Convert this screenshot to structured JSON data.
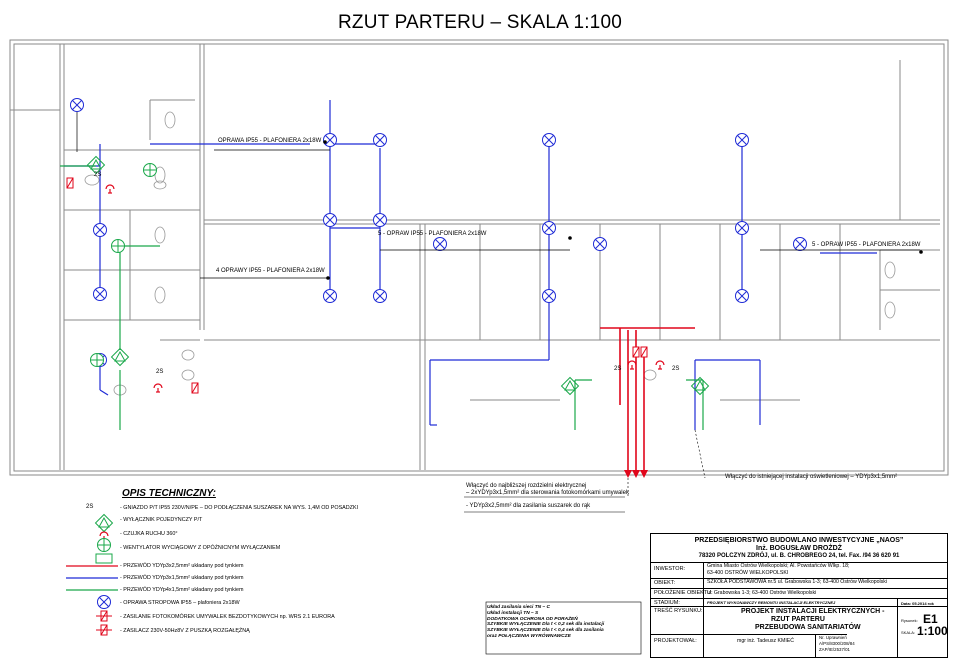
{
  "page_title": "RZUT PARTERU – SKALA 1:100",
  "plan_labels": {
    "fixture1": "OPRAWA IP55 -  PLAFONIERA 2x18W",
    "fixture2": "5 -  OPRAW  IP55 - PLAFONIERA 2x18W",
    "fixture3": "5 - OPRAW  IP55 - PLAFONIERA 2x18W",
    "fixture4": "4 OPRAWY  IP55 - PLAFONIERA 2x18W",
    "socket_2s": "2S"
  },
  "notes": {
    "note1_l1": "Włączyć do najbliższej rozdzielni elektrycznej",
    "note1_l2": "– 2xYDYp3x1,5mm² dla sterowania fotokomórkami umywalek",
    "note1_l3": "- YDYp3x2,5mm²  dla zasilania suszarek do rąk",
    "note2": "Włączyć do istniejącej instalacji oświetleniowej – YDYp3x1,5mm²"
  },
  "legend": {
    "title": "OPIS TECHNICZNY:",
    "items": [
      {
        "sym": "2S",
        "text": "- GNIAZDO P/T IP55 230V/N/PE – DO PODŁĄCZENIA SUSZAREK NA WYS. 1,4M OD POSADZKI"
      },
      {
        "sym": "switch",
        "text": "- WYŁĄCZNIK POJEDYNCZY P/T"
      },
      {
        "sym": "sensor",
        "text": "- CZUJKA RUCHU 360°"
      },
      {
        "sym": "fan",
        "text": "- WENTYLATOR WYCIĄGOWY Z OPÓŹNICNYM WYŁĄCZANIEM"
      },
      {
        "sym": "red-line",
        "text": "- PRZEWÓD YDYp3x2,5mm² układany pod tynkiem"
      },
      {
        "sym": "blue-line",
        "text": "- PRZEWÓD YDYp3x1,5mm² układany pod tynkiem"
      },
      {
        "sym": "green-line",
        "text": "- PRZEWÓD YDYp4x1,5mm² układany pod tynkiem"
      },
      {
        "sym": "lamp",
        "text": "- OPRAWA STROPOWA IP55 – plafoniera 2x18W"
      },
      {
        "sym": "photocell",
        "text": "- ZASILANIE FOTOKOMÓREK UMYWALEK BEZDOTYKOWYCH np. WRS 2.1 EURORA"
      },
      {
        "sym": "isolator",
        "text": "- ZASILACZ 230V-50Hz8V Z PUSZKĄ ROZGAŁĘŹNĄ"
      }
    ]
  },
  "supply_note": [
    "Układ zasilania sieci TN – C",
    "Układ instalacji TN – S",
    "DODATKOWA OCHRONA OD PORAŻEŃ",
    "SZYBKIE WYŁĄCZENIE Dla t < 0,2 sek dla instalacji",
    "SZYBKIE WYŁĄCZENIE Dla t < 0,4 sek dla zasilania",
    "oraz POŁĄCZENIA WYRÓWNAWCZE"
  ],
  "title_block": {
    "company": "PRZEDSIĘBIORSTWO BUDOWLANO INWESTYCYJNE „NAOS”",
    "engineer": "Inż. BOGUSŁAW DROŻDŻ",
    "address": "78320 POLCZYN ZDRÓJ, ul. B. CHROBREGO 24, tel. Fax. /94 36 620 91",
    "investor_label": "INWESTOR:",
    "investor_l1": "Gmina Miasto Ostrów Wielkopolski; Al. Powstańców Wlkp. 18;",
    "investor_l2": "63-400 OSTRÓW WIELKOPOLSKI",
    "object_label": "OBIEKT:",
    "object": "SZKOŁA PODSTAWOWA nr.5 ul. Grabowska 1-3; 63-400 Ostrów Wielkopolski",
    "location_label": "POŁOŻENIE OBIEKTU:",
    "location": "ul. Grabowska 1-3; 63-400 Ostrów Wielkopolski",
    "stage_label": "STADIUM:",
    "stage": "PROJEKT WYKONAWCZY REMONTU  INSTALACJI ELEKTRYCZNEJ",
    "date": "Data: 05.2014 rok",
    "content_label": "TREŚĆ RYSUNKU:",
    "content_l1": "PROJEKT INSTALACJI ELEKTRYCZNYCH  -",
    "content_l2": "RZUT PARTERU",
    "content_l3": "PRZEBUDOWA SANITARIATÓW",
    "drawing_label": "Rysunek:",
    "drawing_no": "E1",
    "scale_label": "SKALA:",
    "scale": "1:100",
    "designer_label": "PROJEKTOWAŁ:",
    "designer": "mgr inż. Tadeusz KMIEĆ",
    "permit_l1": "Nr. Uprawnień",
    "permit_l2": "A/PS/8300/208/84",
    "permit_l3": "ZAP/IE/2537/01"
  },
  "colors": {
    "red": "#e1061b",
    "blue": "#1f2bd6",
    "green": "#1aa84a",
    "wall": "#8a8a8a"
  }
}
